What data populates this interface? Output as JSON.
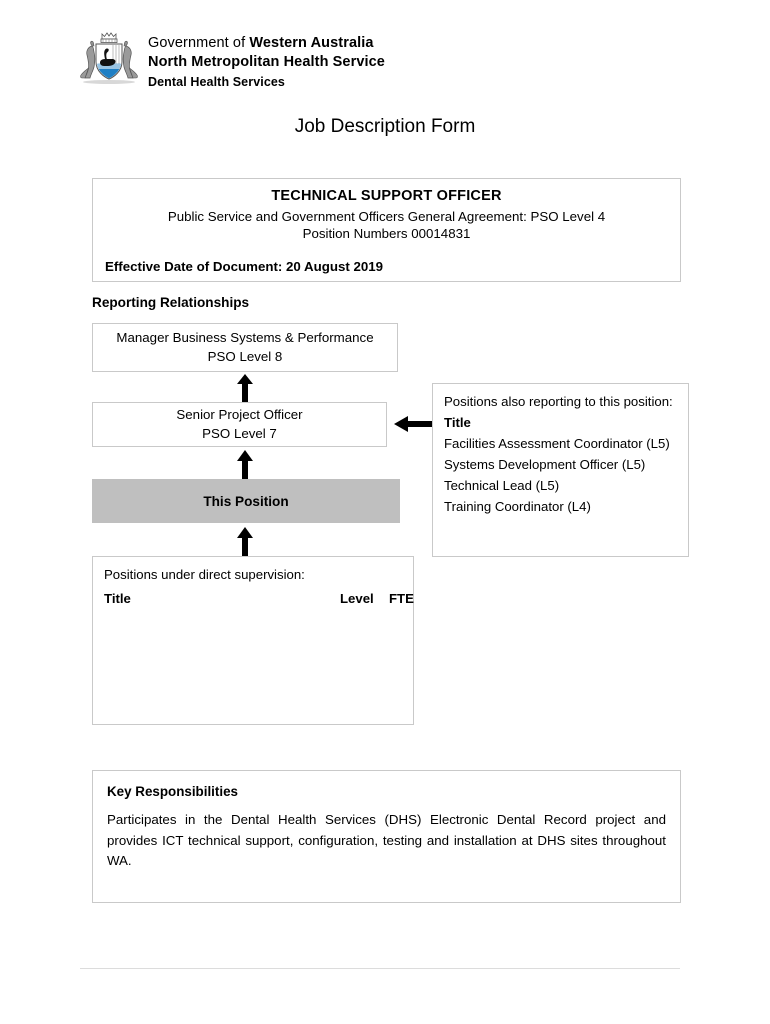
{
  "header": {
    "crest_icon": "wa-state-crest-icon",
    "line1_prefix": "Government of ",
    "line1_bold": "Western Australia",
    "line2": "North Metropolitan Health Service",
    "line3": "Dental Health Services"
  },
  "document": {
    "title": "Job Description Form"
  },
  "position": {
    "title": "TECHNICAL SUPPORT OFFICER",
    "agreement": "Public Service and Government Officers General Agreement: PSO Level 4",
    "position_numbers": "Position Numbers 00014831",
    "effective_date": "Effective Date of Document: 20 August 2019"
  },
  "reporting": {
    "section_heading": "Reporting Relationships",
    "manager": {
      "title": "Manager Business Systems & Performance",
      "level": "PSO Level 8"
    },
    "supervisor": {
      "title": "Senior Project Officer",
      "level": "PSO Level 7"
    },
    "this_position": {
      "label": "This Position"
    },
    "also_reporting": {
      "intro": "Positions also reporting to this position:",
      "column_header": "Title",
      "items": [
        "Facilities Assessment Coordinator (L5)",
        "Systems Development Officer (L5)",
        "Technical Lead (L5)",
        "Training Coordinator (L4)"
      ]
    },
    "under_supervision": {
      "intro": "Positions under direct supervision:",
      "columns": [
        "Title",
        "Level",
        "FTE"
      ],
      "rows": []
    }
  },
  "responsibilities": {
    "heading": "Key Responsibilities",
    "body": "Participates in the Dental Health Services (DHS) Electronic Dental Record project and provides ICT technical support, configuration, testing and installation at DHS sites throughout WA."
  },
  "colors": {
    "this_position_fill": "#bfbfbf",
    "box_border": "#c9c9c9",
    "arrow": "#000000",
    "footer_rule": "#dcdcdc"
  }
}
